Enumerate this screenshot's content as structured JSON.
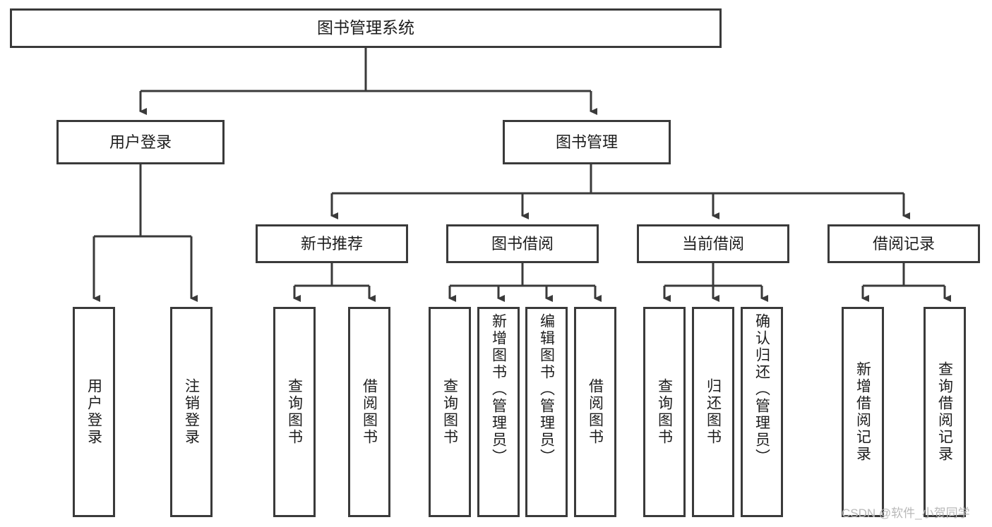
{
  "diagram": {
    "type": "hierarchy-tree",
    "title": "图书管理系统",
    "watermark": "CSDN @软件_小贺同学",
    "colors": {
      "box_border": "#3a3a3a",
      "box_fill": "#ffffff",
      "connector": "#3a3a3a",
      "text": "#1d1d1d",
      "watermark": "#b9b9b9",
      "background": "#ffffff"
    },
    "nodes": {
      "root": {
        "label": "图书管理系统",
        "level": 0
      },
      "level1": [
        {
          "id": "user-login",
          "label": "用户登录"
        },
        {
          "id": "book-manage",
          "label": "图书管理"
        }
      ],
      "level2": [
        {
          "id": "new-book-recommend",
          "label": "新书推荐",
          "parent": "book-manage"
        },
        {
          "id": "book-borrow",
          "label": "图书借阅",
          "parent": "book-manage"
        },
        {
          "id": "current-borrow",
          "label": "当前借阅",
          "parent": "book-manage"
        },
        {
          "id": "borrow-record",
          "label": "借阅记录",
          "parent": "book-manage"
        }
      ],
      "leaves": [
        {
          "id": "leaf-user-login",
          "label": "用户登录",
          "parent": "user-login"
        },
        {
          "id": "leaf-logout",
          "label": "注销登录",
          "parent": "user-login"
        },
        {
          "id": "leaf-query-book-1",
          "label": "查询图书",
          "parent": "new-book-recommend"
        },
        {
          "id": "leaf-borrow-book-1",
          "label": "借阅图书",
          "parent": "new-book-recommend"
        },
        {
          "id": "leaf-query-book-2",
          "label": "查询图书",
          "parent": "book-borrow"
        },
        {
          "id": "leaf-add-book",
          "label": "新增图书（管理员）",
          "parent": "book-borrow"
        },
        {
          "id": "leaf-edit-book",
          "label": "编辑图书（管理员）",
          "parent": "book-borrow"
        },
        {
          "id": "leaf-borrow-book-2",
          "label": "借阅图书",
          "parent": "book-borrow"
        },
        {
          "id": "leaf-query-book-3",
          "label": "查询图书",
          "parent": "current-borrow"
        },
        {
          "id": "leaf-return-book",
          "label": "归还图书",
          "parent": "current-borrow"
        },
        {
          "id": "leaf-confirm-return",
          "label": "确认归还（管理员）",
          "parent": "current-borrow"
        },
        {
          "id": "leaf-add-record",
          "label": "新增借阅记录",
          "parent": "borrow-record"
        },
        {
          "id": "leaf-query-record",
          "label": "查询借阅记录",
          "parent": "borrow-record"
        }
      ]
    }
  }
}
